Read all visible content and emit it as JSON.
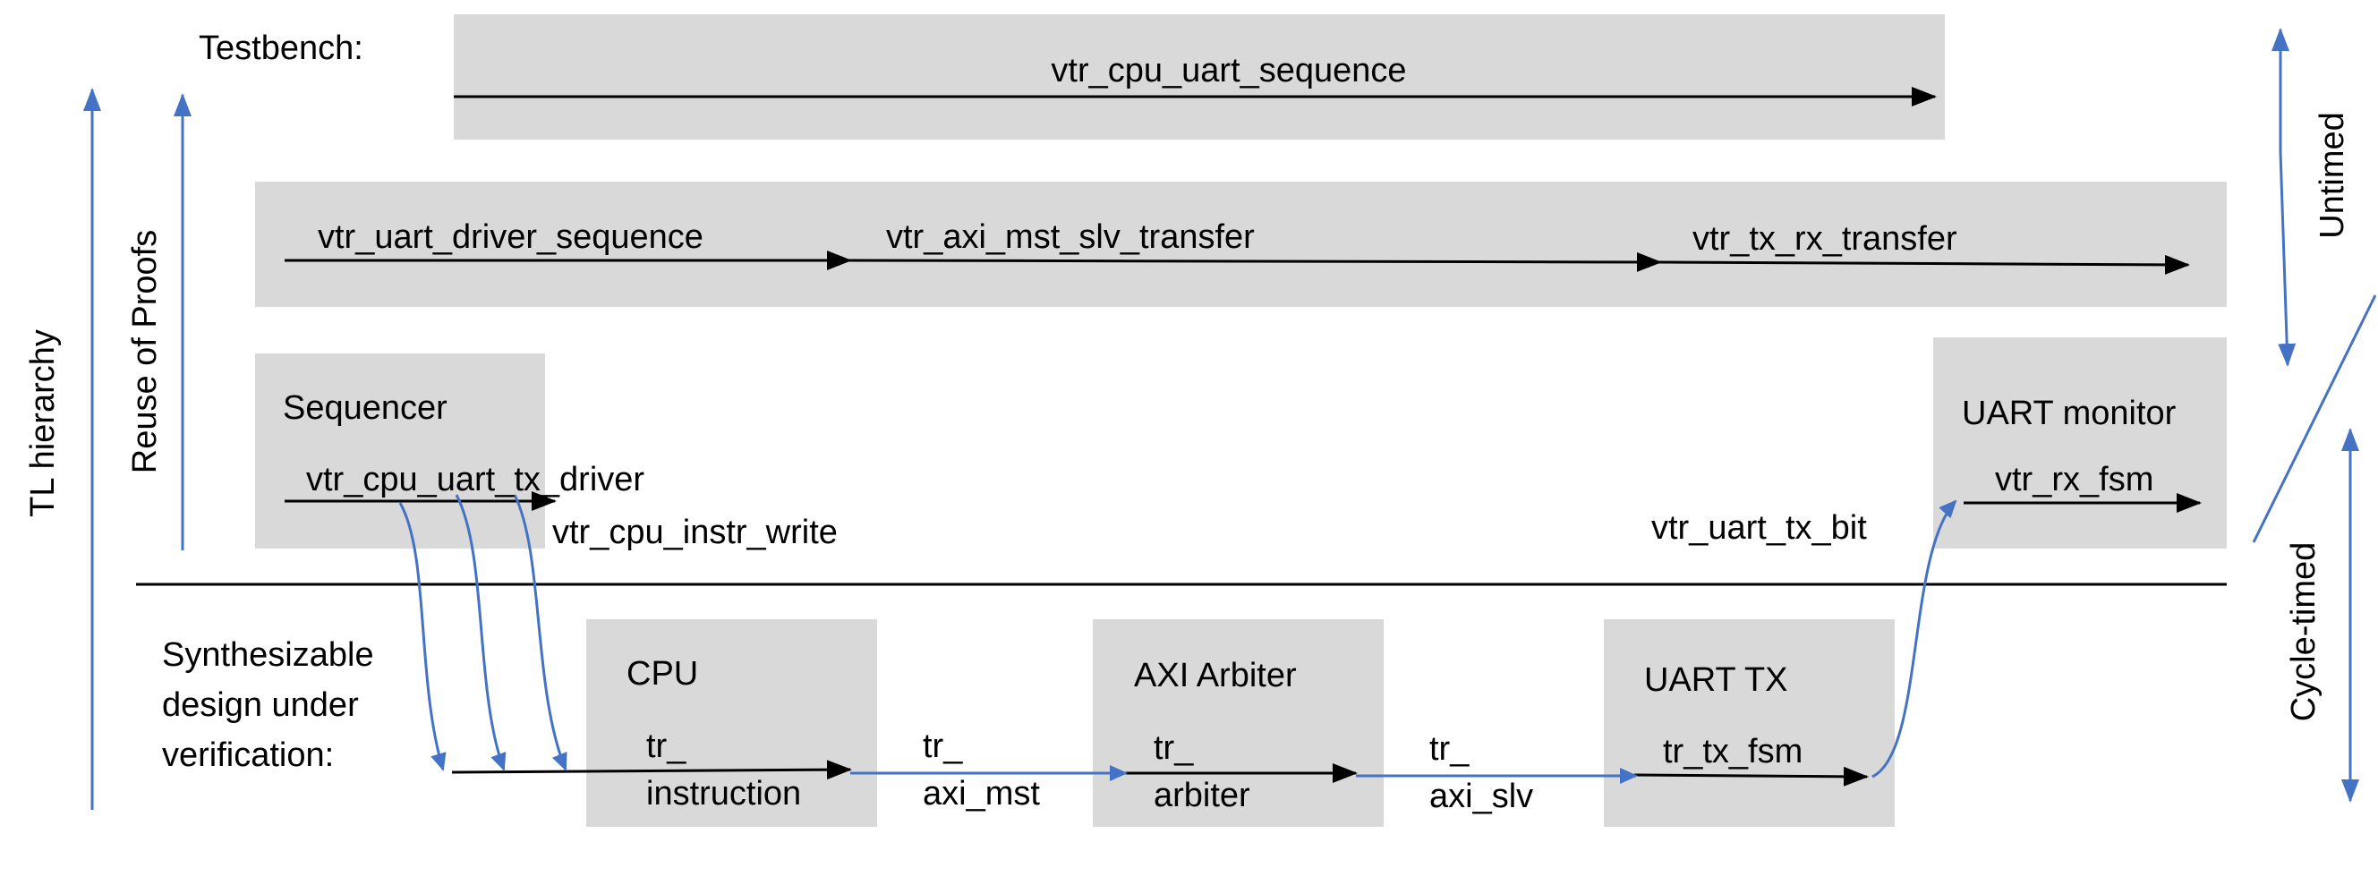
{
  "colors": {
    "background": "#ffffff",
    "box_fill": "#d9d9d9",
    "arrow_black": "#000000",
    "arrow_blue": "#4472c4"
  },
  "labels": {
    "testbench": "Testbench:",
    "seq_top": "vtr_cpu_uart_sequence",
    "seq_driver": "vtr_uart_driver_sequence",
    "seq_axi": "vtr_axi_mst_slv_transfer",
    "seq_txrx": "vtr_tx_rx_transfer",
    "sequencer_title": "Sequencer",
    "sequencer_item": "vtr_cpu_uart_tx_driver",
    "instr_write": "vtr_cpu_instr_write",
    "uart_tx_bit": "vtr_uart_tx_bit",
    "uart_monitor_title": "UART monitor",
    "uart_monitor_item": "vtr_rx_fsm",
    "synth_line1": "Synthesizable",
    "synth_line2": "design under",
    "synth_line3": "verification:",
    "cpu_title": "CPU",
    "cpu_tr": "tr_",
    "cpu_item": "instruction",
    "axi_mst_tr": "tr_",
    "axi_mst_item": "axi_mst",
    "arbiter_title": "AXI Arbiter",
    "arbiter_tr": "tr_",
    "arbiter_item": "arbiter",
    "axi_slv_tr": "tr_",
    "axi_slv_item": "axi_slv",
    "uart_tx_title": "UART TX",
    "uart_tx_item": "tr_tx_fsm",
    "tl_hierarchy": "TL hierarchy",
    "reuse_of_proofs": "Reuse of Proofs",
    "untimed": "Untimed",
    "cycle_timed": "Cycle-timed"
  }
}
